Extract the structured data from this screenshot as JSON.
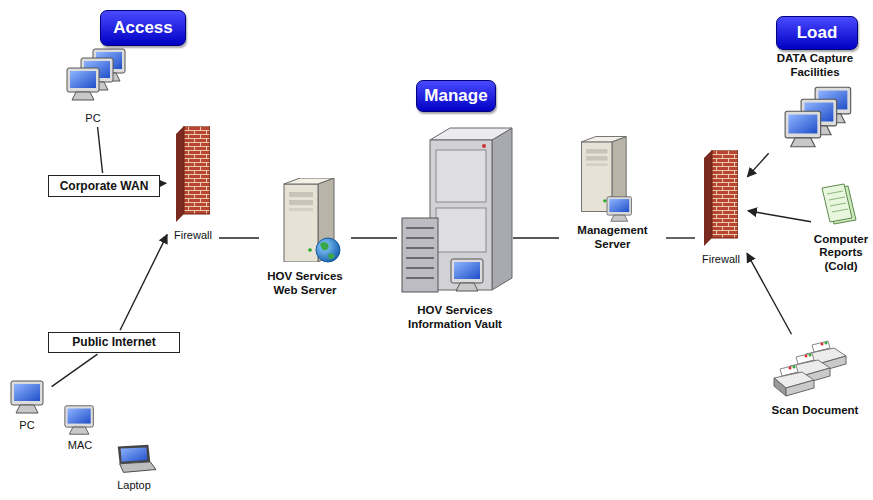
{
  "diagram": {
    "nodes": [
      {
        "text": [
          "Access"
        ]
      },
      {
        "text": [
          "PC"
        ]
      },
      {
        "text": [
          "Corporate WAN"
        ]
      },
      {
        "text": [
          "Firewall"
        ]
      },
      {
        "text": [
          "HOV Services Web Server"
        ]
      },
      {
        "text": [
          "Manage"
        ]
      },
      {
        "text": [
          "HOV Services Information Vault"
        ]
      },
      {
        "text": [
          "Management Server"
        ]
      },
      {
        "text": [
          "Firewall"
        ]
      },
      {
        "text": [
          "Load"
        ]
      },
      {
        "text": [
          "DATA Capture Facilities"
        ]
      },
      {
        "text": [
          "Computer Reports (Cold)"
        ]
      },
      {
        "text": [
          "Scan Document"
        ]
      },
      {
        "text": [
          "Public Internet"
        ]
      },
      {
        "text": [
          "PC"
        ]
      },
      {
        "text": [
          "MAC"
        ]
      },
      {
        "text": [
          "Laptop"
        ]
      }
    ],
    "edges": [
      {
        "from": 1,
        "to": 2,
        "arrow": "none"
      },
      {
        "from": 2,
        "to": 3,
        "arrow": "to"
      },
      {
        "from": 13,
        "to": 3,
        "arrow": "to"
      },
      {
        "from": 14,
        "to": 13,
        "arrow": "none"
      },
      {
        "from": 3,
        "to": 4,
        "arrow": "none"
      },
      {
        "from": 4,
        "to": 6,
        "arrow": "none"
      },
      {
        "from": 6,
        "to": 7,
        "arrow": "none"
      },
      {
        "from": 7,
        "to": 8,
        "arrow": "none"
      },
      {
        "from": 10,
        "to": 8,
        "arrow": "to"
      },
      {
        "from": 11,
        "to": 8,
        "arrow": "to"
      },
      {
        "from": 12,
        "to": 8,
        "arrow": "to"
      }
    ]
  }
}
